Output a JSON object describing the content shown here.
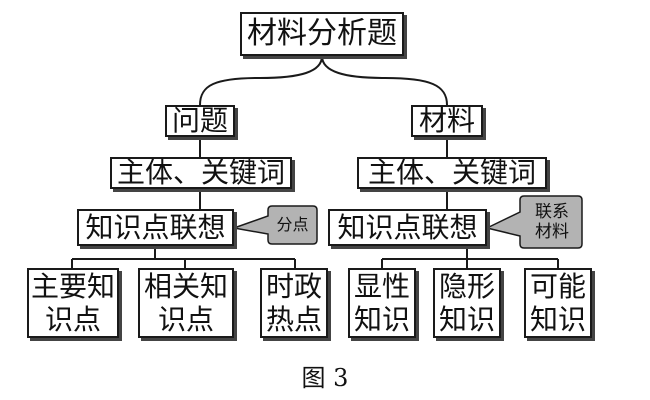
{
  "root": "材料分析题",
  "branches": [
    {
      "title": "问题",
      "subject": "主体、关键词",
      "knowledge": "知识点联想",
      "callout": "分点",
      "leaves": [
        "主要知识点",
        "相关知识点",
        "时政热点"
      ]
    },
    {
      "title": "材料",
      "subject": "主体、关键词",
      "knowledge": "知识点联想",
      "callout": "联系材料",
      "leaves": [
        "显性知识",
        "隐形知识",
        "可能知识"
      ]
    }
  ],
  "caption": "图 3",
  "colors": {
    "line": "#1a1a1a",
    "callout_fill": "#b3b3b3"
  }
}
